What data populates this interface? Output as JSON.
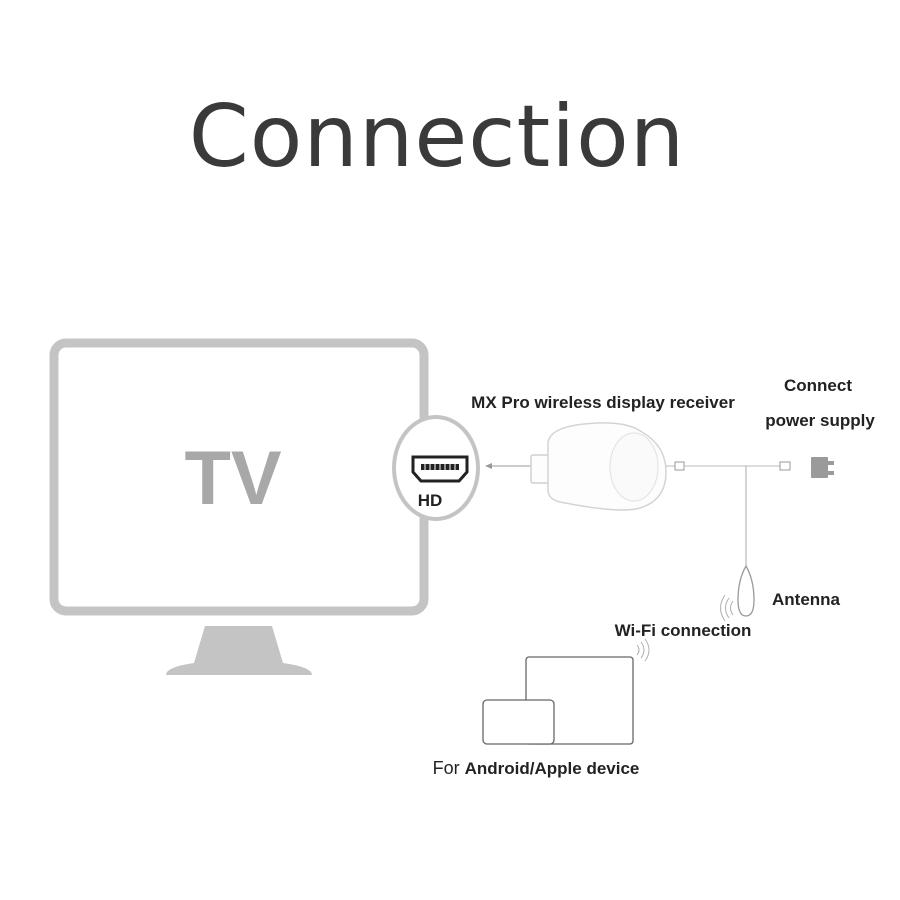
{
  "title": "Connection",
  "tv": {
    "label": "TV",
    "port_label": "HD"
  },
  "receiver": {
    "label": "MX Pro wireless display receiver"
  },
  "power": {
    "line1": "Connect",
    "line2": "power supply"
  },
  "antenna": {
    "label": "Antenna"
  },
  "wifi": {
    "label": "Wi-Fi connection"
  },
  "devices": {
    "label_prefix": "For ",
    "label_main": "Android/Apple device"
  },
  "colors": {
    "tv_gray": "#c4c4c4",
    "line_gray": "#9a9a9a",
    "text_dark": "#222222"
  }
}
